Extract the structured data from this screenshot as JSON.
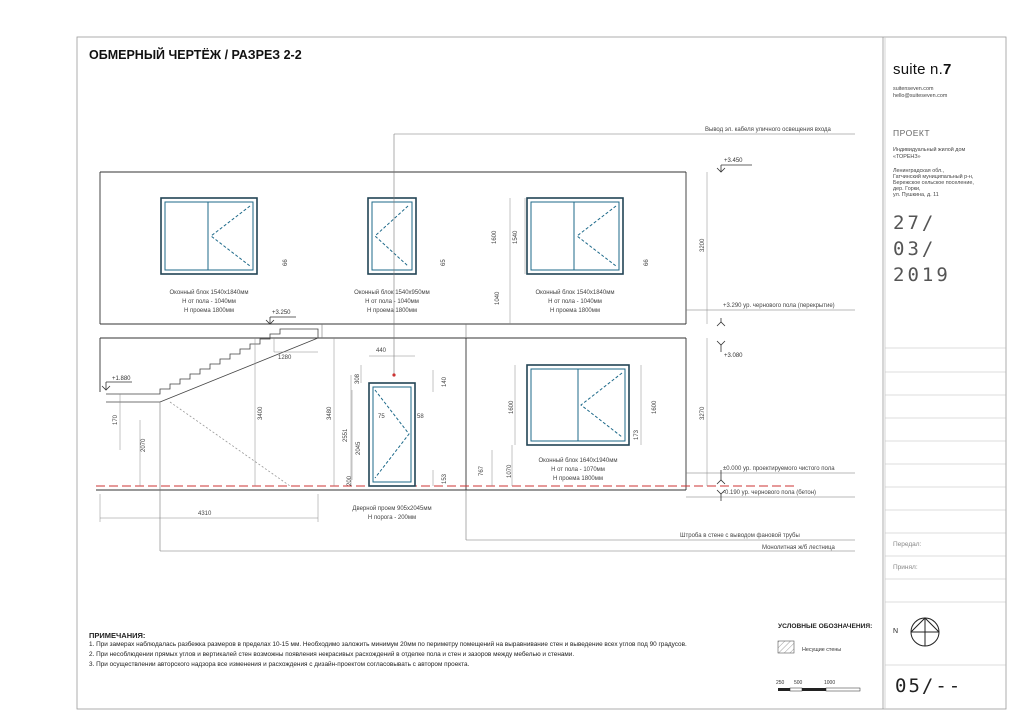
{
  "title": "ОБМЕРНЫЙ ЧЕРТЁЖ / РАЗРЕЗ 2-2",
  "brand": {
    "name": "suite n.",
    "number": "7",
    "site": "suitenseven.com",
    "email": "hello@suiteseven.com"
  },
  "project": {
    "heading": "ПРОЕКТ",
    "line1": "Индивидуальный жилой дом",
    "line2": "«ТОРЕНЗ»",
    "addr1": "Ленинградская обл.,",
    "addr2": "Гатчинский муниципальный р-н,",
    "addr3": "Бережское сельское поселение,",
    "addr4": "дер. Горки,",
    "addr5": "ул. Пушкина, д. 11"
  },
  "date": {
    "day": "27/",
    "month": "03/",
    "year": "2019"
  },
  "fields": {
    "approved": "Передал:",
    "accepted": "Принял:"
  },
  "sheet_number": "05/--",
  "notes": {
    "heading": "ПРИМЕЧАНИЯ:",
    "items": [
      "1. При замерах наблюдалась разбежка размеров в пределах 10-15 мм. Необходимо заложить минимум 20мм по периметру помещений на выравнивание стен и выведение всех углов под 90 градусов.",
      "2. При несоблюдении прямых углов и вертикалей стен возможны появления некрасивых расхождений в отделке пола и стен и зазоров между мебелью и стенами.",
      "3. При осуществлении авторского надзора все изменения и расхождения с дизайн-проектом согласовывать с автором проекта."
    ]
  },
  "legend": {
    "heading": "УСЛОВНЫЕ ОБОЗНАЧЕНИЯ:",
    "bearing_walls": "Несущие стены"
  },
  "scale": {
    "a": "250",
    "b": "500",
    "c": "1000"
  },
  "north": "N",
  "drawing": {
    "callouts": {
      "cable": "Вывод эл. кабеля уличного освещения входа",
      "slab": "+3.290 ур. чернового пола (перекрытие)",
      "floor": "±0.000 ур. проектируемого чистого пола",
      "concrete": "-0.190 ур. чернового пола (бетон)",
      "fan": "Штроба в стене с выводом фановой трубы",
      "stairs": "Монолитная ж/б лестница"
    },
    "levels": {
      "top": "+3.450",
      "upper": "+3.250",
      "mid": "+3.080",
      "landing": "+1.880"
    },
    "windows": {
      "w1": [
        "Оконный блок 1540х1840мм",
        "Н от пола - 1040мм",
        "Н проема 1800мм"
      ],
      "w2": [
        "Оконный блок 1540х950мм",
        "Н от пола - 1040мм",
        "Н проема 1800мм"
      ],
      "w3": [
        "Оконный блок 1540х1840мм",
        "Н от пола - 1040мм",
        "Н проема 1800мм"
      ],
      "w4": [
        "Оконный блок 1640х1940мм",
        "Н от пола - 1070мм",
        "Н проема 1800мм"
      ]
    },
    "door": [
      "Дверной проем 905х2045мм",
      "Н порога - 200мм"
    ],
    "dims": {
      "d66a": "66",
      "d65": "65",
      "d66b": "66",
      "d1600": "1600",
      "d1540": "1540",
      "d1040": "1040",
      "d3200": "3200",
      "d1280": "1280",
      "d440": "440",
      "d308": "308",
      "d140": "140",
      "d75": "75",
      "d58": "58",
      "d2045": "2045",
      "d3400": "3400",
      "d3480": "3480",
      "d2551": "2551",
      "d170": "170",
      "d2070": "2070",
      "d200": "200",
      "d153": "153",
      "d767": "767",
      "d1070": "1070",
      "d173": "173",
      "d1600b": "1600",
      "d1600c": "1600",
      "d3270": "3270",
      "d4310": "4310"
    }
  }
}
